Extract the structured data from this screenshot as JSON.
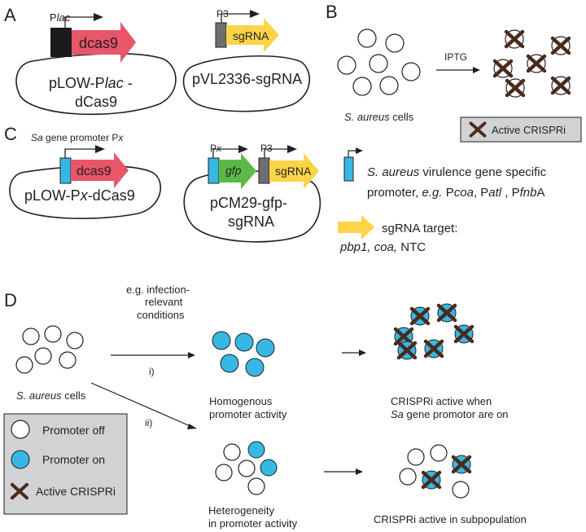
{
  "panels": {
    "a": {
      "label": "A",
      "promoter1": {
        "prefix": "P",
        "suffix": "lac"
      },
      "gene1": "dcas9",
      "plasmid1": {
        "line1_a": "pLOW-P",
        "line1_b": "lac",
        "line1_c": " -",
        "line2": "dCas9"
      },
      "promoter2": "P3",
      "gene2": "sgRNA",
      "plasmid2": "pVL2336-sgRNA"
    },
    "b": {
      "label": "B",
      "inducer": "IPTG",
      "cells_label": {
        "italic": "S. aureus",
        "plain": " cells"
      },
      "legend": "Active CRISPRi"
    },
    "c": {
      "label": "C",
      "promoter_title": {
        "italic": "Sa",
        "plain": " gene promoter P",
        "suffix": "x"
      },
      "gene1": "dcas9",
      "plasmid1": {
        "a": "pLOW-P",
        "b": "x",
        "c": "-dCas9"
      },
      "promoter_px": {
        "prefix": "P",
        "suffix": "x"
      },
      "promoter_p3": "P3",
      "gene_gfp": "gfp",
      "gene_sgrna": "sgRNA",
      "plasmid2": {
        "line1": "pCM29-gfp-",
        "line2": "sgRNA"
      },
      "legend_promoter": {
        "line1_italic": "S. aureus",
        "line1_plain": " virulence gene specific",
        "line2_a": "promoter, ",
        "line2_b": "e.g.",
        "line2_c": " P",
        "line2_d": "coa",
        "line2_e": ", P",
        "line2_f": "atl",
        "line2_g": " , P",
        "line2_h": "fnb",
        "line2_i": "A"
      },
      "legend_target": {
        "line1": "sgRNA target:",
        "line2_a": "pbp1, coa,",
        "line2_b": " NTC"
      }
    },
    "d": {
      "label": "D",
      "condition": [
        "e.g. infection-",
        "relevant",
        "conditions"
      ],
      "path_i": "i)",
      "path_ii": "ii)",
      "cells_label": {
        "italic": "S. aureus",
        "plain": " cells"
      },
      "homogenous": [
        "Homogenous",
        "promoter activity"
      ],
      "heterogeneity": [
        "Heterogeneity",
        "in promoter activity"
      ],
      "result_i": {
        "line1": "CRISPRi active when",
        "line2_italic": "Sa",
        "line2_plain": " gene promotor are on"
      },
      "result_ii": "CRISPRi active in subpopulation",
      "legend": {
        "off": "Promoter off",
        "on": "Promoter on",
        "active": "Active CRISPRi"
      }
    }
  },
  "colors": {
    "dcas9": "#e8566a",
    "sgrna": "#fbd447",
    "gfp": "#5bb947",
    "promoter_on": "#36b7e4",
    "promoter_box_black": "#1a1a1a",
    "promoter_box_grey": "#6d6e71",
    "legend_bg": "#d1d2d4",
    "cross": "#4a2a1c"
  }
}
